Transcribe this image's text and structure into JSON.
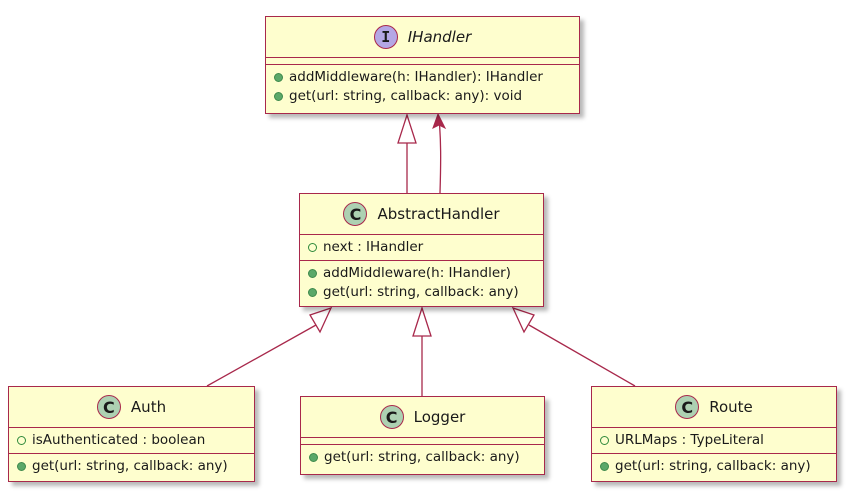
{
  "diagram": {
    "type": "uml-class-diagram",
    "colors": {
      "class_fill": "#fefece",
      "border": "#a8284b",
      "class_badge": "#add1b2",
      "interface_badge": "#b4a7e5",
      "public_method": "#5ba869",
      "edge": "#a8284b"
    },
    "classes": {
      "ihandler": {
        "stereotype_letter": "I",
        "name": "IHandler",
        "kind": "interface",
        "fields": [],
        "methods": [
          "addMiddleware(h: IHandler): IHandler",
          "get(url: string, callback: any): void"
        ]
      },
      "abstract_handler": {
        "stereotype_letter": "C",
        "name": "AbstractHandler",
        "kind": "class",
        "fields": [
          "next : IHandler"
        ],
        "methods": [
          "addMiddleware(h: IHandler)",
          "get(url: string, callback: any)"
        ]
      },
      "auth": {
        "stereotype_letter": "C",
        "name": "Auth",
        "kind": "class",
        "fields": [
          "isAuthenticated : boolean"
        ],
        "methods": [
          "get(url: string, callback: any)"
        ]
      },
      "logger": {
        "stereotype_letter": "C",
        "name": "Logger",
        "kind": "class",
        "fields": [],
        "methods": [
          "get(url: string, callback: any)"
        ]
      },
      "route": {
        "stereotype_letter": "C",
        "name": "Route",
        "kind": "class",
        "fields": [
          "URLMaps : TypeLiteral"
        ],
        "methods": [
          "get(url: string, callback: any)"
        ]
      }
    },
    "relations": [
      {
        "from": "AbstractHandler",
        "to": "IHandler",
        "type": "realization"
      },
      {
        "from": "AbstractHandler",
        "to": "IHandler",
        "type": "association"
      },
      {
        "from": "Auth",
        "to": "AbstractHandler",
        "type": "generalization"
      },
      {
        "from": "Logger",
        "to": "AbstractHandler",
        "type": "generalization"
      },
      {
        "from": "Route",
        "to": "AbstractHandler",
        "type": "generalization"
      }
    ]
  }
}
